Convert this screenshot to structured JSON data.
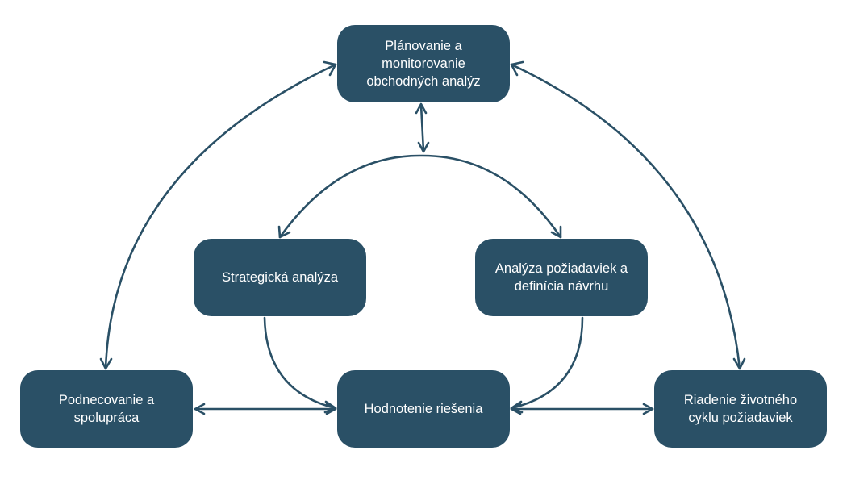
{
  "colors": {
    "node_fill": "#2a5066",
    "node_text": "#ffffff",
    "edge": "#2a5066",
    "background": "#ffffff"
  },
  "nodes": {
    "planning": "Plánovanie a\nmonitorovanie\nobchodných analýz",
    "strategic": "Strategická analýza",
    "requirements": "Analýza požiadaviek a\ndefinícia návrhu",
    "encouragement": "Podnecovanie a\nspolupráca",
    "evaluation": "Hodnotenie riešenia",
    "lifecycle": "Riadenie životného\ncyklu požiadaviek"
  },
  "edges": [
    {
      "from": "planning",
      "to": "encouragement",
      "direction": "both"
    },
    {
      "from": "planning",
      "to": "lifecycle",
      "direction": "both"
    },
    {
      "from": "planning",
      "to": "strategic-requirements-arc",
      "direction": "both"
    },
    {
      "from": "arc",
      "to": "strategic",
      "direction": "forward"
    },
    {
      "from": "arc",
      "to": "requirements",
      "direction": "forward"
    },
    {
      "from": "strategic",
      "to": "evaluation",
      "direction": "forward"
    },
    {
      "from": "requirements",
      "to": "evaluation",
      "direction": "forward"
    },
    {
      "from": "encouragement",
      "to": "evaluation",
      "direction": "both"
    },
    {
      "from": "evaluation",
      "to": "lifecycle",
      "direction": "both"
    }
  ]
}
